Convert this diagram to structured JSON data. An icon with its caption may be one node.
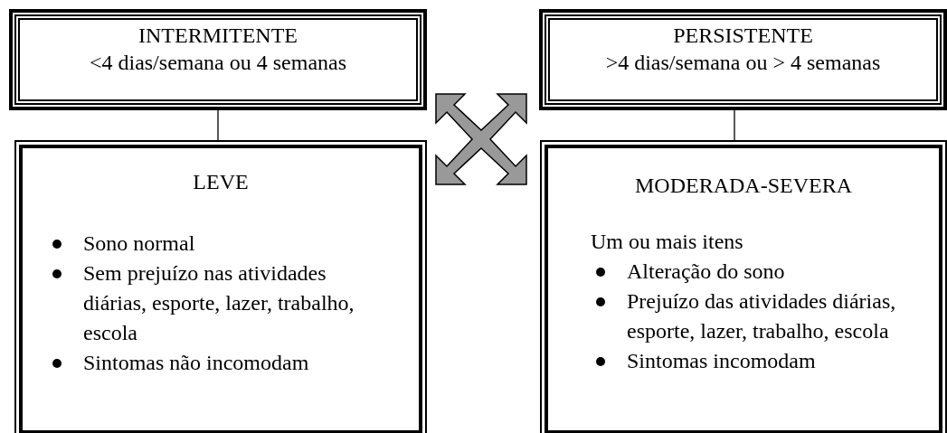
{
  "diagram": {
    "nodes": [
      {
        "text": [
          "INTERMITENTE",
          "<4 dias/semana ou 4 semanas"
        ]
      },
      {
        "text": [
          "PERSISTENTE",
          ">4 dias/semana ou > 4 semanas"
        ]
      },
      {
        "text": [
          "LEVE",
          "Sono normal",
          "Sem prejuízo nas atividades diárias, esporte, lazer, trabalho, escola",
          "Sintomas não incomodam"
        ]
      },
      {
        "text": [
          "MODERADA-SEVERA",
          "Um ou mais itens",
          "Alteração do sono",
          "Prejuízo das atividades diárias, esporte, lazer, trabalho, escola",
          "Sintomas incomodam"
        ]
      }
    ],
    "edges": [
      {
        "from": 0,
        "to": 2,
        "arrow": "none"
      },
      {
        "from": 1,
        "to": 3,
        "arrow": "none"
      }
    ]
  }
}
